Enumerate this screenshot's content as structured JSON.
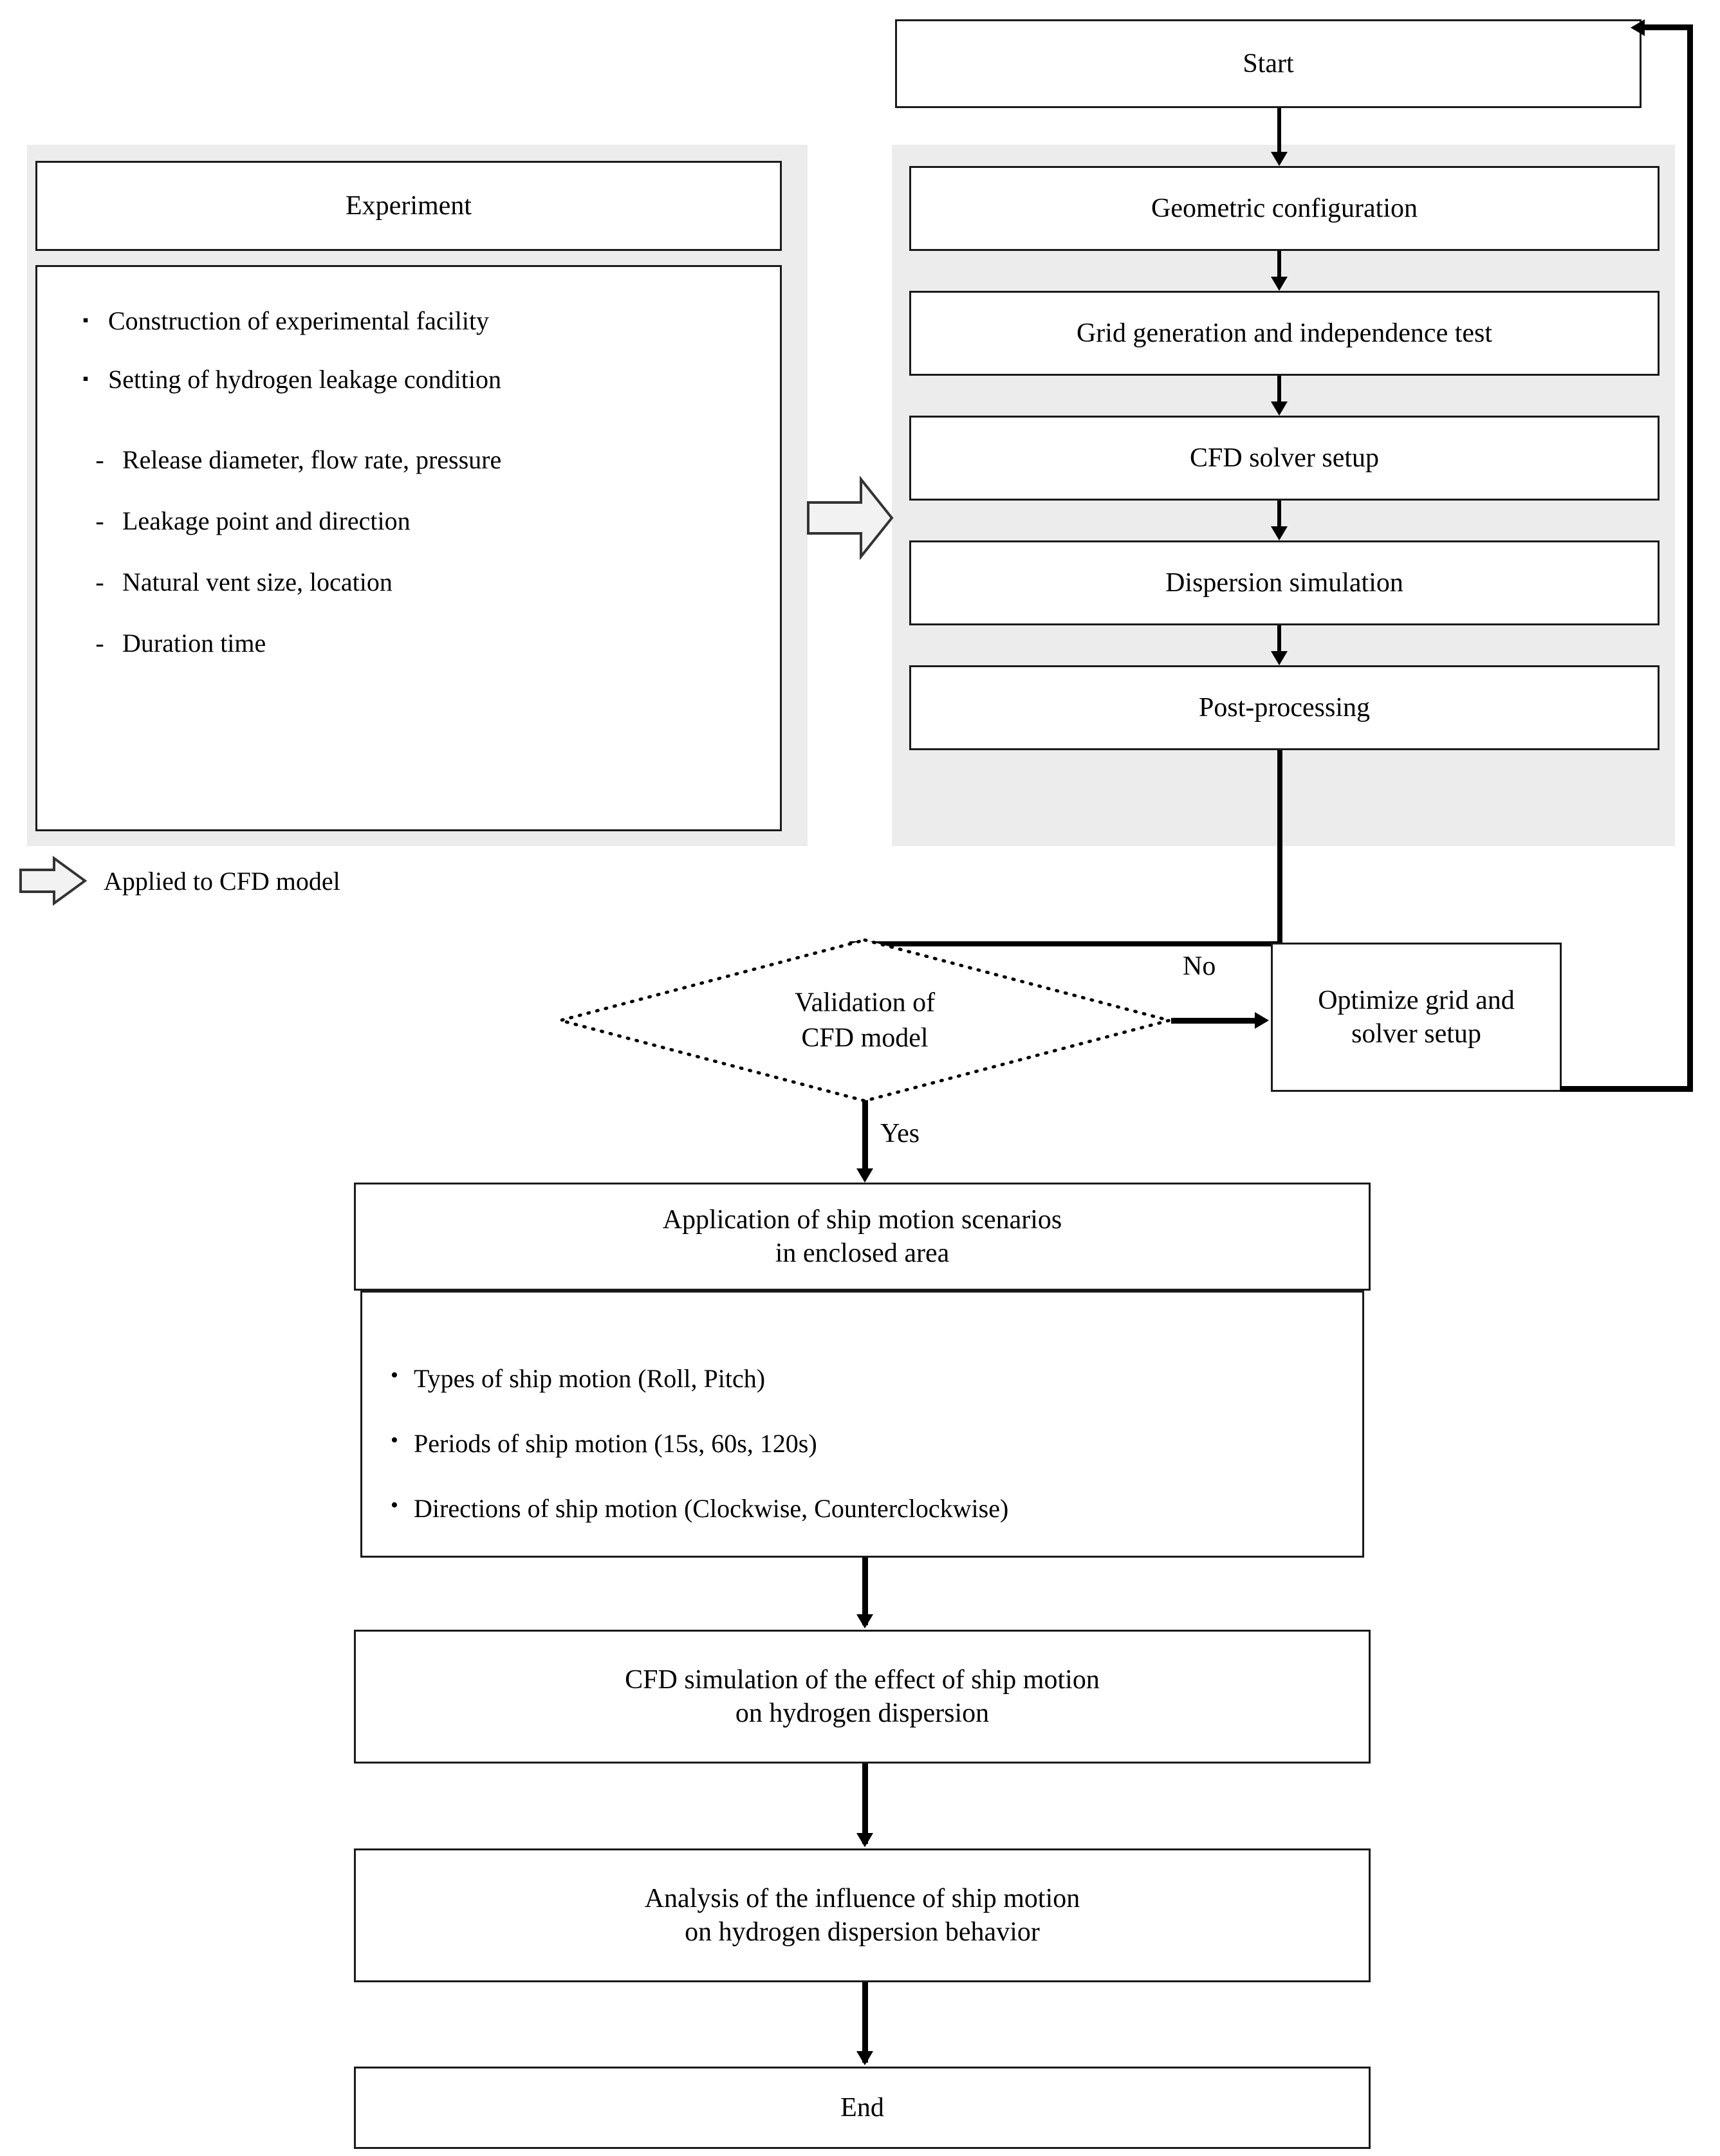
{
  "diagram": {
    "type": "flowchart",
    "title_visible": false,
    "colors": {
      "panel_gray": "#ececec",
      "stroke": "#1a1a1a",
      "line": "#000000",
      "fill": "#ffffff"
    },
    "nodes": {
      "start": {
        "label": "Start"
      },
      "geometric_configuration": {
        "label": "Geometric configuration"
      },
      "grid_generation": {
        "label": "Grid generation and independence test"
      },
      "cfd_solver_setup": {
        "label": "CFD solver setup"
      },
      "dispersion_simulation": {
        "label": "Dispersion simulation"
      },
      "post_processing": {
        "label": "Post-processing"
      },
      "validation": {
        "line1": "Validation of",
        "line2": "CFD model"
      },
      "optimize": {
        "line1": "Optimize grid and",
        "line2": "solver setup"
      },
      "ship_motion_header": {
        "line1": "Application of ship motion scenarios",
        "line2": "in enclosed area"
      },
      "cfd_simulation_effect": {
        "line1": "CFD simulation of the effect of ship motion",
        "line2": "on hydrogen dispersion"
      },
      "analysis_influence": {
        "line1": "Analysis of the influence of ship motion",
        "line2": "on hydrogen dispersion behavior"
      },
      "end": {
        "label": "End"
      }
    },
    "experiment": {
      "header": "Experiment",
      "items": [
        {
          "bullet": "▪",
          "text": "Construction of experimental facility",
          "level": 1
        },
        {
          "bullet": "▪",
          "text": "Setting of hydrogen leakage condition",
          "level": 1
        },
        {
          "bullet": "-",
          "text": "Release diameter, flow rate, pressure",
          "level": 2
        },
        {
          "bullet": "-",
          "text": "Leakage point and direction",
          "level": 2
        },
        {
          "bullet": "-",
          "text": "Natural vent size, location",
          "level": 2
        },
        {
          "bullet": "-",
          "text": "Duration time",
          "level": 2
        }
      ]
    },
    "ship_motion_items": [
      {
        "bullet": "•",
        "text": "Types of ship motion (Roll, Pitch)"
      },
      {
        "bullet": "•",
        "text": "Periods of ship motion (15s, 60s, 120s)"
      },
      {
        "bullet": "•",
        "text": "Directions of ship motion (Clockwise, Counterclockwise)"
      }
    ],
    "legend": {
      "text": "Applied to CFD model",
      "icon": "block-arrow-right-icon"
    },
    "edge_labels": {
      "no": "No",
      "yes": "Yes"
    }
  }
}
